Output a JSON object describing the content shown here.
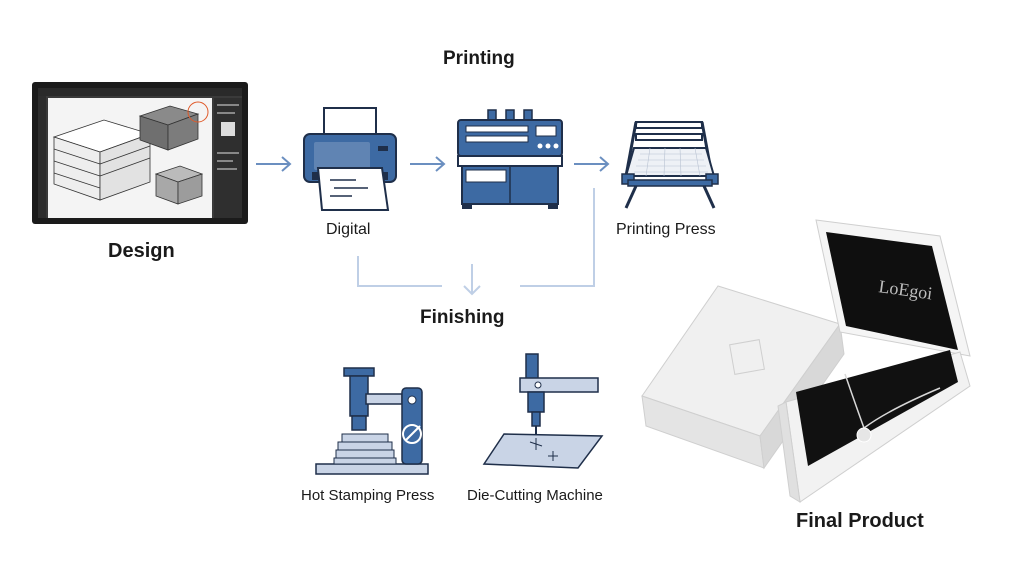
{
  "titles": {
    "printing": "Printing",
    "finishing": "Finishing"
  },
  "stages": {
    "design": "Design",
    "digital": "Digital",
    "printing_press": "Printing Press",
    "hot_stamping": "Hot Stamping Press",
    "die_cutting": "Die-Cutting Machine",
    "final_product": "Final Product"
  },
  "box_logo_text": "LoEgoi",
  "colors": {
    "machine_blue": "#3d6aa3",
    "machine_dark": "#1f2f4a",
    "arrow_blue": "#6b8fc0",
    "connector_light": "#bfcfe6"
  },
  "icons": [
    "monitor-icon",
    "printer-icon",
    "offset-press-icon",
    "screen-press-icon",
    "hot-stamp-press-icon",
    "die-cutter-icon",
    "jewelry-box-image"
  ]
}
